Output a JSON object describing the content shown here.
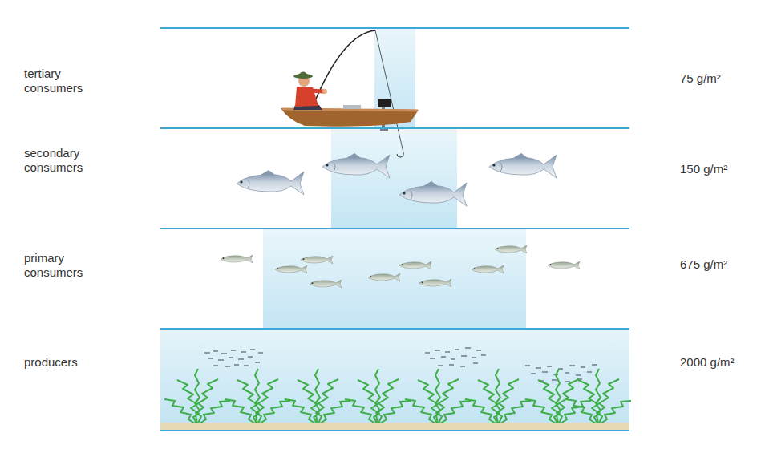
{
  "diagram": {
    "nodes": [
      {
        "text": [
          "tertiary consumers",
          "75 g/m²"
        ]
      },
      {
        "text": [
          "secondary consumers",
          "150 g/m²"
        ]
      },
      {
        "text": [
          "primary consumers",
          "675 g/m²"
        ]
      },
      {
        "text": [
          "producers",
          "2000 g/m²"
        ]
      }
    ]
  }
}
